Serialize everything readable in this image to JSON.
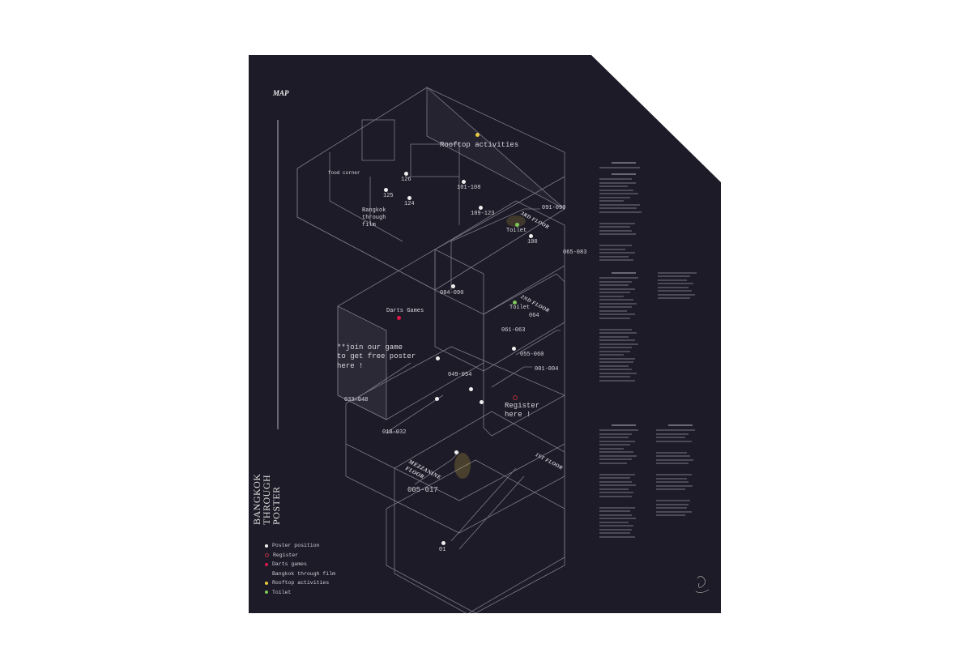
{
  "poster": {
    "heading": "MAP",
    "title_lines": [
      "BANGKOK",
      "THROUGH",
      "POSTER"
    ],
    "colors": {
      "background": "#1d1b27",
      "lines": "#8d8a99",
      "poster_dot": "#eeeeee",
      "register": "#b0303c",
      "darts": "#e0184a",
      "rooftop": "#e8c840",
      "toilet": "#7fc85a"
    }
  },
  "map_labels": {
    "rooftop": "Rooftop activities",
    "food_corner": "food corner",
    "n126": "126",
    "n125": "125",
    "n124": "124",
    "r101_108": "101-108",
    "r109_123": "109-123",
    "r091_099": "091-099",
    "floor3": "3RD FLOOR",
    "toilet3": "Toilet",
    "n100": "100",
    "r065_083": "065-083",
    "film": "Bangkok\nthrough\nfilm",
    "r084_090": "084-090",
    "floor2": "2ND FLOOR",
    "toilet2": "Toilet",
    "n064": "064",
    "darts": "Darts Games",
    "r061_063": "061-063",
    "join": "**join our game\nto get free poster\nhere !",
    "r055_060": "055-060",
    "r049_054": "049-054",
    "r001_004": "001-004",
    "r033_048": "033-048",
    "register": "Register\nhere !",
    "r018_032": "018-032",
    "mezzanine": "MEZZANINE\nFLOOR",
    "floor1": "1ST FLOOR",
    "r005_017": "005-017",
    "n01": "01"
  },
  "legend": [
    {
      "label": "Poster position",
      "color": "#eeeeee"
    },
    {
      "label": "Register",
      "color": "#b0303c"
    },
    {
      "label": "Darts games",
      "color": "#e0184a"
    },
    {
      "label": "Bangkok through film",
      "color": ""
    },
    {
      "label": "Rooftop activities",
      "color": "#e8c840"
    },
    {
      "label": "Toilet",
      "color": "#7fc85a"
    }
  ]
}
